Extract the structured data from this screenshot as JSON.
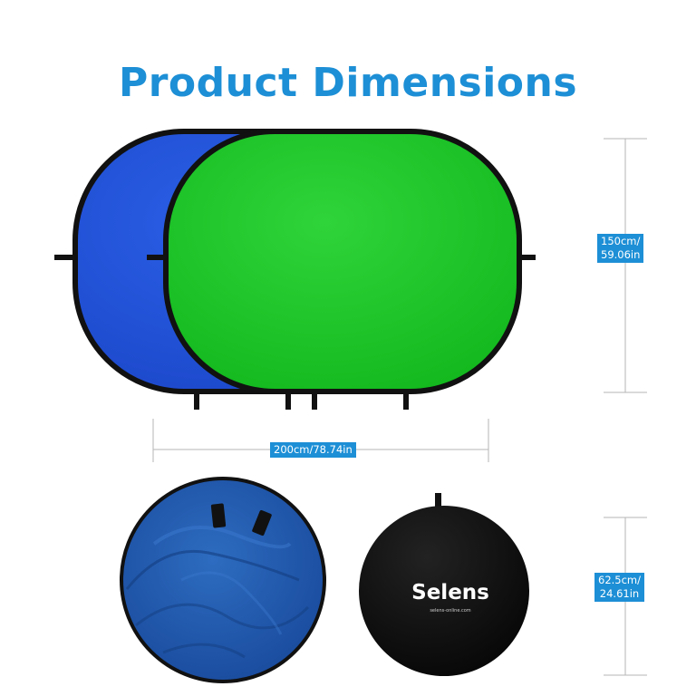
{
  "title": "Product Dimensions",
  "dimensions": {
    "height_label_1": "150cm/",
    "height_label_2": "59.06in",
    "width_label": "200cm/78.74in",
    "folded_label_1": "62.5cm/",
    "folded_label_2": "24.61in"
  },
  "brand": {
    "name": "Selens",
    "url": "selens-online.com"
  },
  "colors": {
    "accent": "#1d8fd6",
    "blue_panel": "#1f4fd6",
    "green_panel": "#12c31e",
    "frame": "#111111"
  }
}
